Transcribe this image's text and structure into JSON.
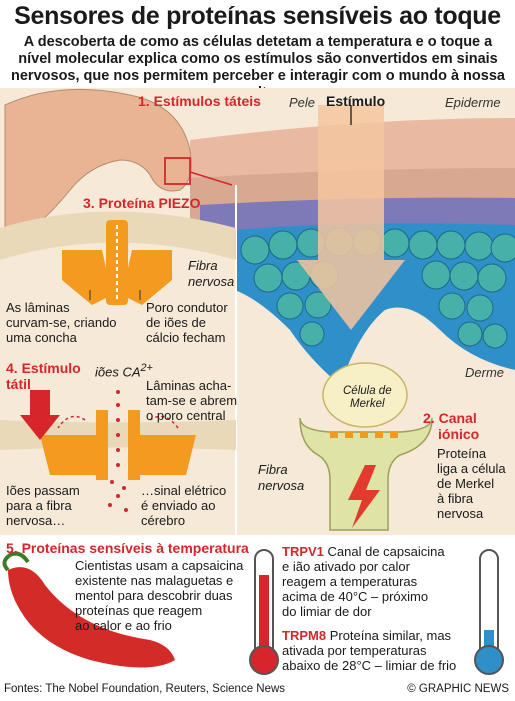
{
  "title": "Sensores de proteínas sensíveis ao toque",
  "subtitle": "A descoberta de como as células detetam a temperatura e o toque a nível molecular explica como os estímulos são convertidos em sinais nervosos, que nos permitem perceber e interagir com o mundo à nossa volta",
  "section1": {
    "num": "1.",
    "label": "Estímulos táteis",
    "pele": "Pele",
    "estimulo": "Estímulo",
    "epiderme": "Epiderme",
    "derme": "Derme"
  },
  "section2": {
    "num": "2.",
    "label_line1": "Canal",
    "label_line2": "iónico",
    "text": [
      "Proteína",
      "liga a célula",
      "de Merkel",
      "à fibra",
      "nervosa"
    ],
    "celula": [
      "Célula de",
      "Merkel"
    ],
    "fibra": [
      "Fibra",
      "nervosa"
    ]
  },
  "section3": {
    "num": "3.",
    "label": "Proteína PIEZO",
    "fibra": [
      "Fibra",
      "nervosa"
    ],
    "left_text": [
      "As lâminas",
      "curvam-se, criando",
      "uma concha"
    ],
    "right_text": [
      "Poro condutor",
      "de iões de",
      "cálcio fecham"
    ]
  },
  "section4": {
    "num": "4.",
    "label_line1": "Estímulo",
    "label_line2": "tátil",
    "ions": "iões CA",
    "ions_sup": "2+",
    "right_top": [
      "Lâminas acha-",
      "tam-se e abrem",
      "o poro central"
    ],
    "left_bottom": [
      "Iões passam",
      "para a fibra",
      "nervosa…"
    ],
    "right_bottom": [
      "…sinal elétrico",
      "é enviado ao",
      "cérebro"
    ]
  },
  "section5": {
    "num": "5.",
    "label": "Proteínas sensíveis à temperatura",
    "text": [
      "Cientistas usam a capsaicina",
      "existente nas malaguetas e",
      "mentol para descobrir duas",
      "proteínas que reagem",
      "ao calor e ao frio"
    ]
  },
  "trpv1": {
    "name": "TRPV1",
    "text": [
      "Canal de capsaicina",
      "e ião ativado por calor",
      "reagem a temperaturas",
      "acima de 40°C – próximo",
      "do limiar de dor"
    ]
  },
  "trpm8": {
    "name": "TRPM8",
    "text": [
      "Proteína similar, mas",
      "ativada por temperaturas",
      "abaixo de 28°C – limiar de frio"
    ]
  },
  "footer": {
    "sources": "Fontes: The Nobel Foundation, Reuters, Science News",
    "brand": "© GRAPHIC NEWS"
  },
  "colors": {
    "accent_red": "#d7262b",
    "panel_bg": "#f6e9d7",
    "protein_orange": "#f39a1f",
    "cell_blue": "#2f8fc9",
    "cell_teal": "#34b3a8"
  }
}
